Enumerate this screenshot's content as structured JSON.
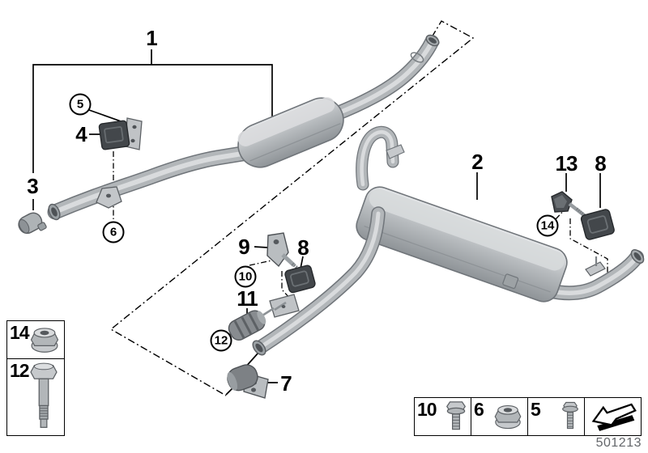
{
  "figure": {
    "type": "exhaust-system-parts-diagram",
    "drawing_number": "501213",
    "callouts": {
      "front_assembly": "1",
      "rear_assembly": "2",
      "clamp": "3",
      "front_rubber_mount": "4",
      "screw_front": "5",
      "nut_front": "6",
      "vibration_damper": "7",
      "rubber_mount_mid": "8",
      "bracket_mid": "9",
      "bolt_mid": "10",
      "bush_mid": "11",
      "bush_bolt": "12",
      "bracket_rear": "13",
      "rubber_mount_rear": "8",
      "nut_rear": "14"
    },
    "legend_left": {
      "rows": [
        {
          "label": "14",
          "icon": "flange-nut-icon"
        },
        {
          "label": "12",
          "icon": "shoulder-bolt-icon"
        }
      ]
    },
    "legend_bottom": {
      "cells": [
        {
          "label": "10",
          "icon": "hex-bolt-icon"
        },
        {
          "label": "6",
          "icon": "flange-nut-icon"
        },
        {
          "label": "5",
          "icon": "torx-screw-icon"
        },
        {
          "label": "",
          "icon": "direction-arrow-icon"
        }
      ]
    },
    "colors": {
      "line": "#000000",
      "metal_light": "#dcdee0",
      "metal_mid": "#b2b6b9",
      "metal_dark": "#70757a",
      "rubber": "#43474b",
      "number_gray": "#63666a"
    }
  }
}
